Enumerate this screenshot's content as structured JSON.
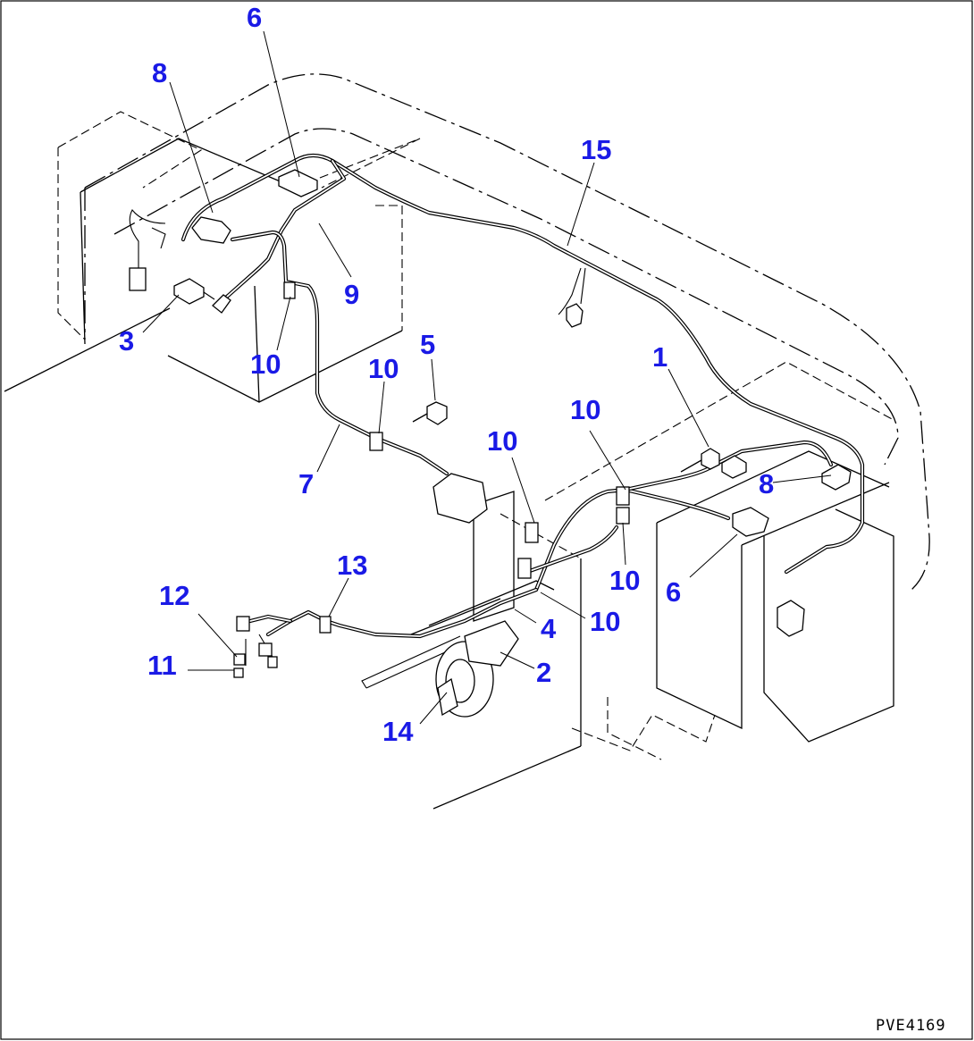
{
  "drawing_code": "PVE4169",
  "callouts": [
    {
      "id": "6a",
      "number": "6"
    },
    {
      "id": "8a",
      "number": "8"
    },
    {
      "id": "15",
      "number": "15"
    },
    {
      "id": "9",
      "number": "9"
    },
    {
      "id": "3",
      "number": "3"
    },
    {
      "id": "10a",
      "number": "10"
    },
    {
      "id": "5",
      "number": "5"
    },
    {
      "id": "10b",
      "number": "10"
    },
    {
      "id": "1",
      "number": "1"
    },
    {
      "id": "7",
      "number": "7"
    },
    {
      "id": "10c",
      "number": "10"
    },
    {
      "id": "10d",
      "number": "10"
    },
    {
      "id": "8b",
      "number": "8"
    },
    {
      "id": "13",
      "number": "13"
    },
    {
      "id": "12",
      "number": "12"
    },
    {
      "id": "10e",
      "number": "10"
    },
    {
      "id": "6b",
      "number": "6"
    },
    {
      "id": "4",
      "number": "4"
    },
    {
      "id": "10f",
      "number": "10"
    },
    {
      "id": "11",
      "number": "11"
    },
    {
      "id": "2",
      "number": "2"
    },
    {
      "id": "14",
      "number": "14"
    }
  ]
}
